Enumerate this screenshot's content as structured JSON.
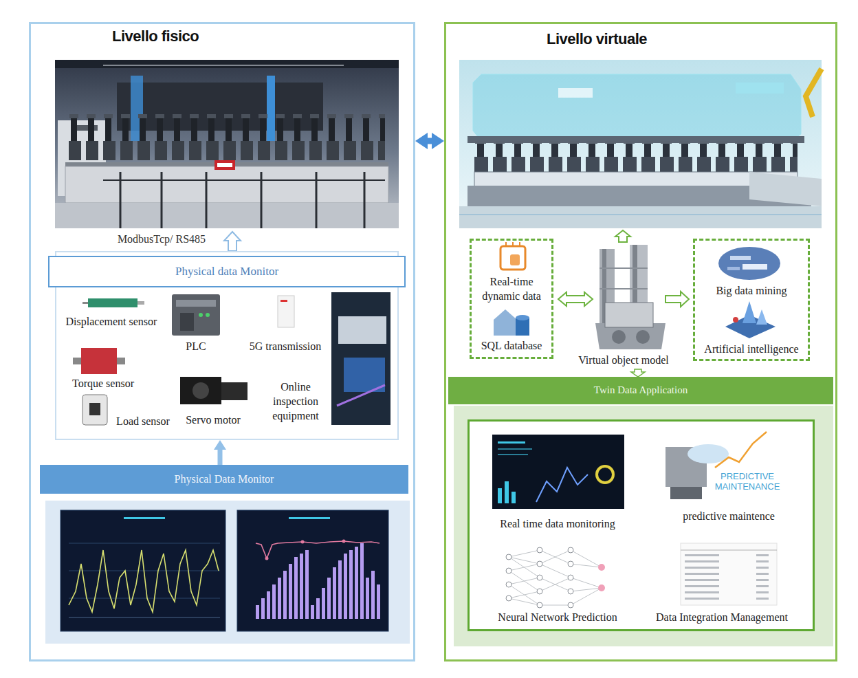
{
  "diagram": {
    "nodes": [
      {
        "text": [
          "Livello fisico"
        ]
      },
      {
        "text": [
          "Displacement sensor",
          "PLC",
          "5G transmission",
          "Torque sensor",
          "Online inspection equipment",
          "Servo motor",
          "Load sensor"
        ],
        "in": 0
      },
      {
        "text": [
          "Physical data Monitor"
        ],
        "in": 1
      },
      {
        "text": [
          "Physical Data Monitor"
        ],
        "in": 0
      },
      {
        "text": [
          "Livello virtuale"
        ]
      },
      {
        "text": [
          "Real-time dynamic data",
          "SQL database"
        ],
        "in": 4
      },
      {
        "text": [
          "Big data mining",
          "Artificial intelligence"
        ],
        "in": 4
      },
      {
        "text": [
          "Twin Data Application"
        ],
        "in": 4
      },
      {
        "text": [
          "Real time data monitoring",
          "predictive maintence",
          "Neural Network Prediction",
          "Data Integration Management"
        ],
        "in": 4
      }
    ],
    "edges": [
      {
        "from": 0,
        "to": 4,
        "arrow": "both"
      },
      {
        "from": 3,
        "to": 1,
        "arrow": "to"
      }
    ],
    "labels": [
      "ModbusTcp/ RS485",
      "Virtual object model",
      "PREDICTIVE MAINTENANCE"
    ]
  }
}
